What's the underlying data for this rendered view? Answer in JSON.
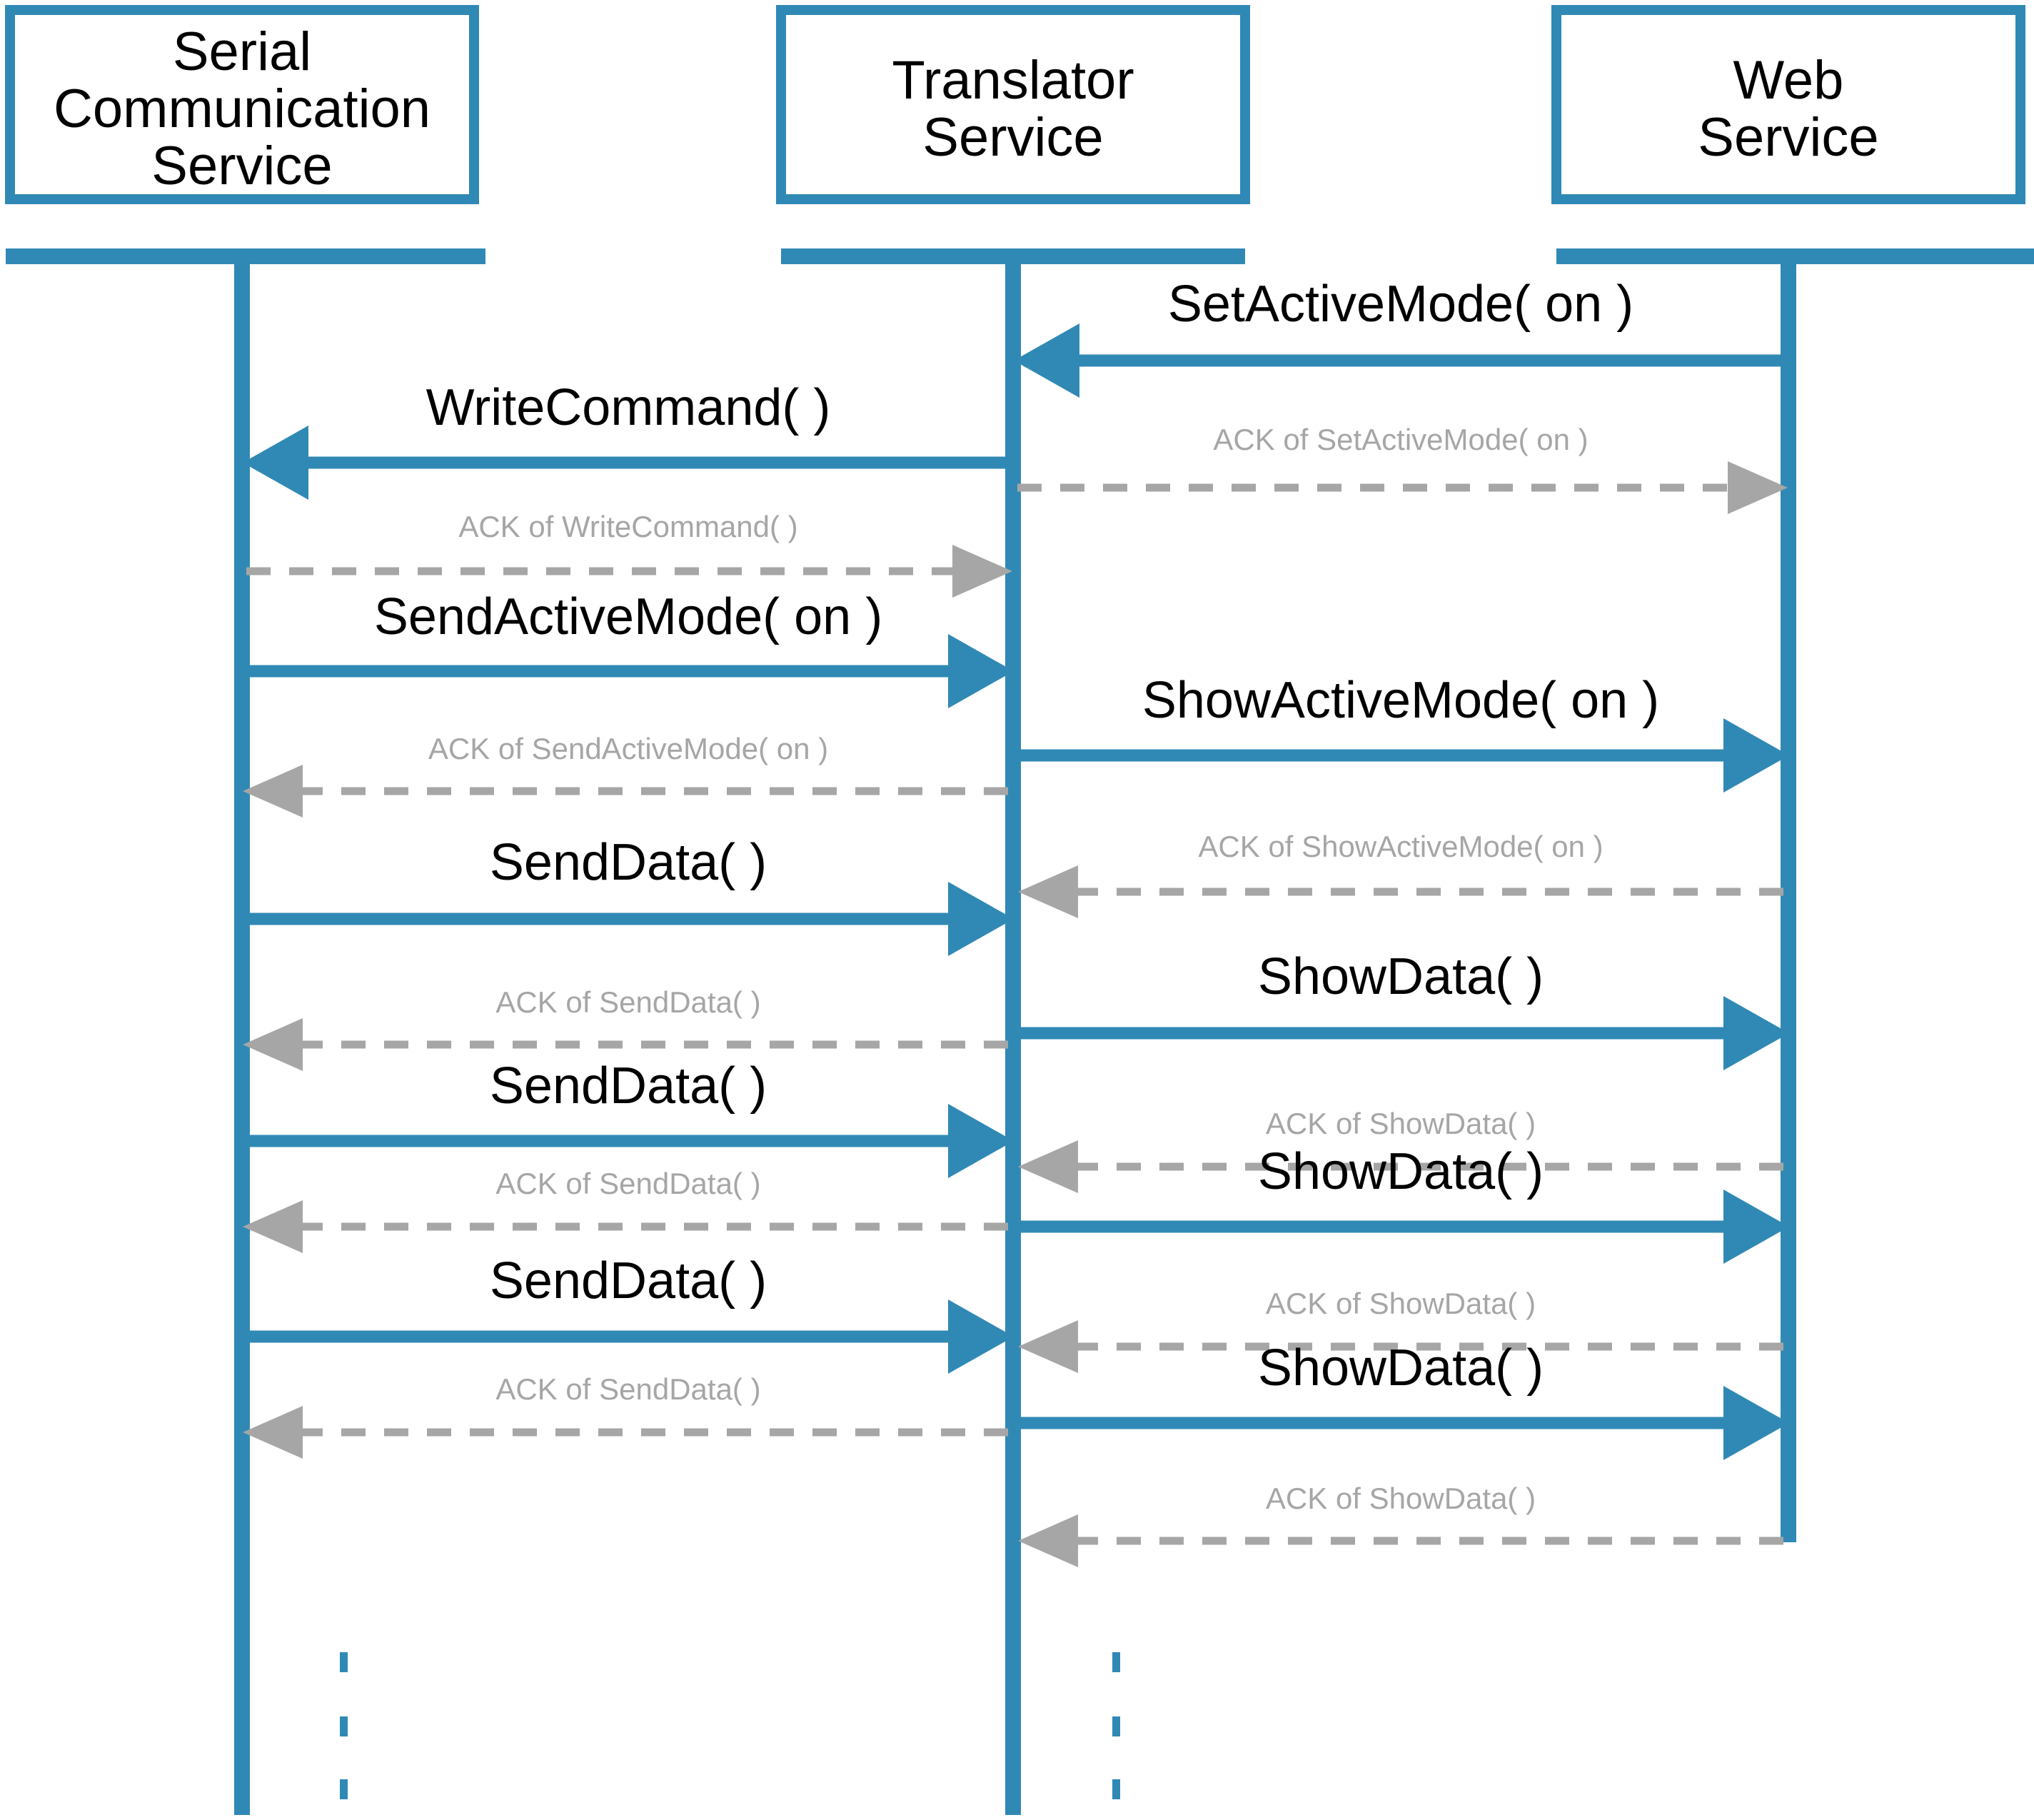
{
  "diagram": {
    "type": "uml-sequence-diagram",
    "colors": {
      "accent_blue": "#3089b5",
      "ack_gray": "#a6a6a6",
      "text_black": "#000000",
      "background": "#ffffff"
    },
    "participants": [
      {
        "id": "serial",
        "label": "Serial\nCommunication\nService",
        "line1": "Serial",
        "line2": "Communication",
        "line3": "Service"
      },
      {
        "id": "translator",
        "label": "Translator\nService",
        "line1": "Translator",
        "line2": "Service",
        "line3": ""
      },
      {
        "id": "web",
        "label": "Web\nService",
        "line1": "Web",
        "line2": "Service",
        "line3": ""
      }
    ],
    "messages": [
      {
        "index": 1,
        "label": "SetActiveMode( on )",
        "kind": "call",
        "from": "web",
        "to": "translator",
        "direction": "left"
      },
      {
        "index": 2,
        "label": "ACK of SetActiveMode( on )",
        "kind": "ack",
        "from": "translator",
        "to": "web",
        "direction": "right"
      },
      {
        "index": 3,
        "label": "WriteCommand( )",
        "kind": "call",
        "from": "translator",
        "to": "serial",
        "direction": "left"
      },
      {
        "index": 4,
        "label": "ACK of WriteCommand( )",
        "kind": "ack",
        "from": "serial",
        "to": "translator",
        "direction": "right"
      },
      {
        "index": 5,
        "label": "SendActiveMode( on )",
        "kind": "call",
        "from": "serial",
        "to": "translator",
        "direction": "right"
      },
      {
        "index": 6,
        "label": "ACK of SendActiveMode( on )",
        "kind": "ack",
        "from": "translator",
        "to": "serial",
        "direction": "left"
      },
      {
        "index": 7,
        "label": "ShowActiveMode( on )",
        "kind": "call",
        "from": "translator",
        "to": "web",
        "direction": "right"
      },
      {
        "index": 8,
        "label": "ACK of ShowActiveMode( on )",
        "kind": "ack",
        "from": "web",
        "to": "translator",
        "direction": "left"
      },
      {
        "index": 9,
        "label": "SendData( )",
        "kind": "call",
        "from": "serial",
        "to": "translator",
        "direction": "right"
      },
      {
        "index": 10,
        "label": "ACK of SendData( )",
        "kind": "ack",
        "from": "translator",
        "to": "serial",
        "direction": "left"
      },
      {
        "index": 11,
        "label": "ShowData( )",
        "kind": "call",
        "from": "translator",
        "to": "web",
        "direction": "right"
      },
      {
        "index": 12,
        "label": "ACK of ShowData( )",
        "kind": "ack",
        "from": "web",
        "to": "translator",
        "direction": "left"
      },
      {
        "index": 13,
        "label": "SendData( )",
        "kind": "call",
        "from": "serial",
        "to": "translator",
        "direction": "right"
      },
      {
        "index": 14,
        "label": "ACK of SendData( )",
        "kind": "ack",
        "from": "translator",
        "to": "serial",
        "direction": "left"
      },
      {
        "index": 15,
        "label": "ShowData( )",
        "kind": "call",
        "from": "translator",
        "to": "web",
        "direction": "right"
      },
      {
        "index": 16,
        "label": "ACK of ShowData( )",
        "kind": "ack",
        "from": "web",
        "to": "translator",
        "direction": "left"
      },
      {
        "index": 17,
        "label": "SendData( )",
        "kind": "call",
        "from": "serial",
        "to": "translator",
        "direction": "right"
      },
      {
        "index": 18,
        "label": "ACK of SendData( )",
        "kind": "ack",
        "from": "translator",
        "to": "serial",
        "direction": "left"
      },
      {
        "index": 19,
        "label": "ShowData( )",
        "kind": "call",
        "from": "translator",
        "to": "web",
        "direction": "right"
      },
      {
        "index": 20,
        "label": "ACK of ShowData( )",
        "kind": "ack",
        "from": "web",
        "to": "translator",
        "direction": "left"
      }
    ],
    "continuation": {
      "symbol": "vertical-ellipsis",
      "count": 3,
      "between": [
        "serial-translator",
        "translator-web"
      ]
    }
  }
}
